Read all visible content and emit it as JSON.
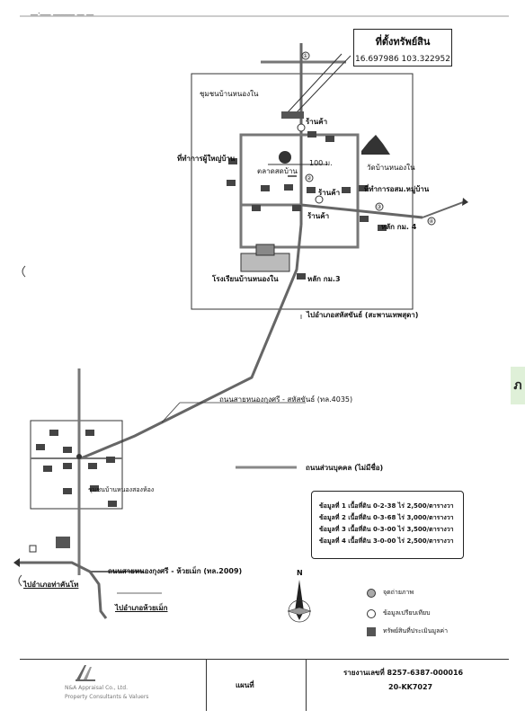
{
  "header_scrap": "__.___ ______ __ __",
  "callout": {
    "title": "ที่ตั้งทรัพย์สิน",
    "coords": "16.697986 103.322952"
  },
  "labels": {
    "community_top": "ชุมชนบ้านหนองใน",
    "shop1": "ร้านค้า",
    "village_chief_office": "ที่ทำการผู้ใหญ่บ้าน",
    "market": "ตลาดสดบ้าน",
    "distance": "100 ม.",
    "temple": "วัดบ้านหนองใน",
    "health_office": "ที่ทำการอสม.หมู่บ้าน",
    "shop2": "ร้านค้า",
    "shop3": "ร้านค้า",
    "km_post1": "หลัก กม. 4",
    "school": "โรงเรียนบ้านหนองใน",
    "km_post2": "หลัก กม.3",
    "to_district_top": "ไปอำเภอสหัสขันธ์ (สะพานเทพสุดา)",
    "highway_label": "ถนนสายหนองกุงศรี - สหัสขันธ์ (ทล.4035)",
    "community_bottom": "ชุมชนบ้านหนองสองห้อง",
    "private_road": "ถนนส่วนบุคคล (ไม่มีชื่อ)",
    "bottom_road": "ถนนสายหนองกุงศรี - ห้วยเม็ก (ทล.2009)",
    "to_district_left": "ไปอำเภอท่าคันโท",
    "to_district_bottom": "ไปอำเภอห้วยเม็ก",
    "north": "N"
  },
  "road_markers": [
    "①",
    "②",
    "③",
    "④"
  ],
  "price_info": [
    "ข้อมูลที่ 1 เนื้อที่ดิน 0-2-38 ไร่ 2,500/ตารางวา",
    "ข้อมูลที่ 2 เนื้อที่ดิน 0-3-68 ไร่ 3,000/ตารางวา",
    "ข้อมูลที่ 3 เนื้อที่ดิน 0-3-00 ไร่ 3,500/ตารางวา",
    "ข้อมูลที่ 4 เนื้อที่ดิน 3-0-00 ไร่ 2,500/ตารางวา"
  ],
  "legend": [
    {
      "label": "จุดถ่ายภาพ",
      "icon": "photo-point-icon"
    },
    {
      "label": "ข้อมูลเปรียบเทียบ",
      "icon": "comparison-icon"
    },
    {
      "label": "ทรัพย์สินที่ประเมินมูลค่า",
      "icon": "appraised-property-icon"
    }
  ],
  "footer": {
    "company1": "N&A Appraisal Co., Ltd.",
    "company2": "Property Consultants & Valuers",
    "map_title": "แผนที่",
    "report_no": "รายงานเลขที่ 8257-6387-000016",
    "report_code": "20-KK7027"
  },
  "side_tab": "ภ",
  "colors": {
    "ink": "#1a1a1a",
    "road": "#555555",
    "property": "#555555",
    "tab": "#dff0d8"
  }
}
